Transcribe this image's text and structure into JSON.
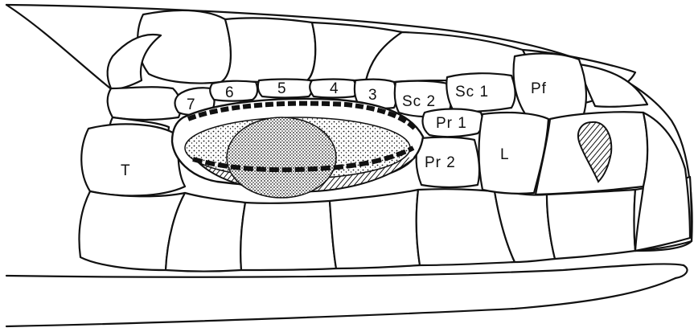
{
  "labels": {
    "temporal": "T",
    "loreal": "L",
    "prefrontal": "Pf",
    "supraciliary_1": "Sc 1",
    "supraciliary_2": "Sc 2",
    "preocular_1": "Pr 1",
    "preocular_2": "Pr 2",
    "supraocular_3": "3",
    "supraocular_4": "4",
    "supraocular_5": "5",
    "supraocular_6": "6",
    "supraocular_7": "7"
  },
  "colors": {
    "ink": "#111111",
    "paper": "#ffffff"
  }
}
